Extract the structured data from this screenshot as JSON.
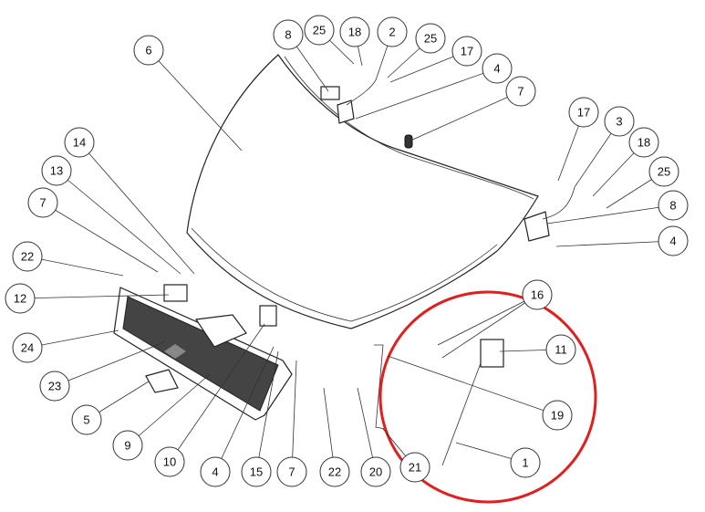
{
  "diagram": {
    "title": "Hood assembly exploded view",
    "highlight_color": "#e02020",
    "callouts": [
      "6",
      "8",
      "25",
      "18",
      "2",
      "25",
      "17",
      "4",
      "7",
      "17",
      "3",
      "18",
      "25",
      "8",
      "4",
      "14",
      "13",
      "7",
      "22",
      "12",
      "24",
      "23",
      "5",
      "9",
      "10",
      "4",
      "15",
      "7",
      "22",
      "20",
      "21",
      "19",
      "1",
      "11",
      "16"
    ]
  }
}
